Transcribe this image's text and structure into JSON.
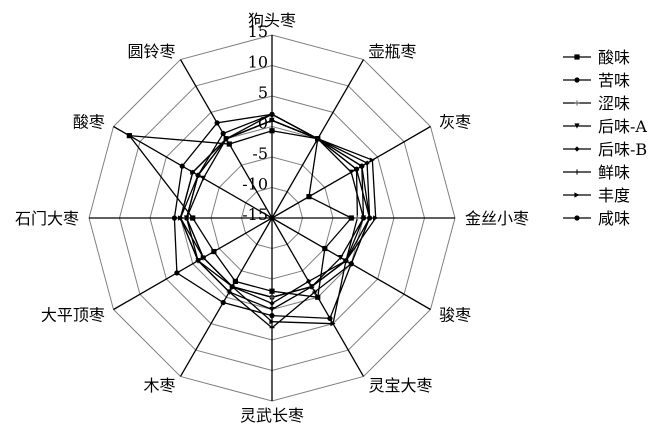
{
  "chart_data": {
    "type": "radar",
    "title": "",
    "axes": [
      "狗头枣",
      "壶瓶枣",
      "灰枣",
      "金丝小枣",
      "骏枣",
      "灵宝大枣",
      "灵武长枣",
      "木枣",
      "大平顶枣",
      "石门大枣",
      "酸枣",
      "圆铃枣"
    ],
    "range": [
      -15,
      15
    ],
    "ticks": [
      15,
      10,
      5,
      0,
      -5,
      -10,
      -15
    ],
    "legend_position": "right",
    "series": [
      {
        "name": "酸味",
        "marker": "square",
        "values": [
          -0.7,
          0,
          -8,
          -2,
          -5,
          0,
          -3,
          -3,
          -4,
          -2,
          12,
          -1
        ]
      },
      {
        "name": "苦味",
        "marker": "circle",
        "values": [
          2,
          0,
          2,
          0,
          -1,
          -2,
          -2,
          -2,
          -2,
          -1,
          -1,
          1
        ]
      },
      {
        "name": "涩味",
        "marker": "star",
        "values": [
          1,
          0,
          1,
          -1,
          -1,
          -2,
          -2,
          -2,
          -2,
          -1,
          -1,
          0
        ]
      },
      {
        "name": "后味-A",
        "marker": "triangle-down",
        "values": [
          1,
          0,
          0,
          0,
          -2,
          -2,
          0,
          -1,
          -1,
          -1,
          -2,
          0
        ]
      },
      {
        "name": "后味-B",
        "marker": "diamond",
        "values": [
          1,
          0,
          3,
          1,
          -1,
          -3,
          -1,
          -2,
          -1,
          0,
          0,
          0
        ]
      },
      {
        "name": "鲜味",
        "marker": "plus",
        "values": [
          2,
          0,
          2,
          1,
          0,
          -1,
          3,
          -1,
          -1,
          0,
          -1,
          0
        ]
      },
      {
        "name": "丰度",
        "marker": "triangle-right",
        "values": [
          1,
          0,
          4,
          2,
          -1,
          5,
          2,
          -2,
          -2,
          0,
          0,
          0
        ]
      },
      {
        "name": "咸味",
        "marker": "circle",
        "values": [
          2,
          0,
          1,
          1,
          0,
          4,
          1,
          1,
          3,
          1,
          2,
          3
        ]
      }
    ]
  }
}
